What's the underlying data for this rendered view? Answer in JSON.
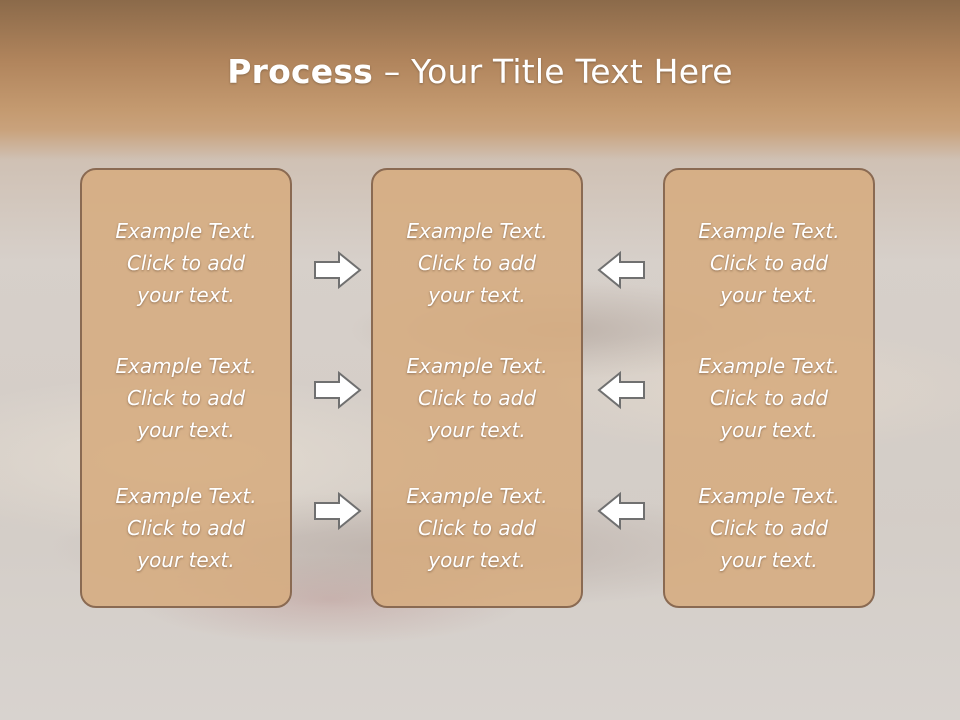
{
  "title": {
    "bold": "Process",
    "rest": " – Your Title Text Here"
  },
  "colors": {
    "header": "#b0845c",
    "panel_fill": "#d6ac80",
    "panel_border": "#8a6a52",
    "text": "#ffffff",
    "arrow_fill": "#ffffff",
    "arrow_stroke": "#707070"
  },
  "columns": [
    {
      "items": [
        "Example Text.\nClick  to add\nyour text.",
        "Example Text.\nClick  to add\nyour text.",
        "Example Text.\nClick  to add\nyour text."
      ]
    },
    {
      "items": [
        "Example Text.\nClick  to add\nyour text.",
        "Example Text.\nClick  to add\nyour text.",
        "Example Text.\nClick  to add\nyour text."
      ]
    },
    {
      "items": [
        "Example Text.\nClick  to add\nyour text.",
        "Example Text.\nClick  to add\nyour text.",
        "Example Text.\nClick  to add\nyour text."
      ]
    }
  ],
  "arrows": {
    "left_to_center": "right-arrow-icon",
    "right_to_center": "left-arrow-icon"
  }
}
